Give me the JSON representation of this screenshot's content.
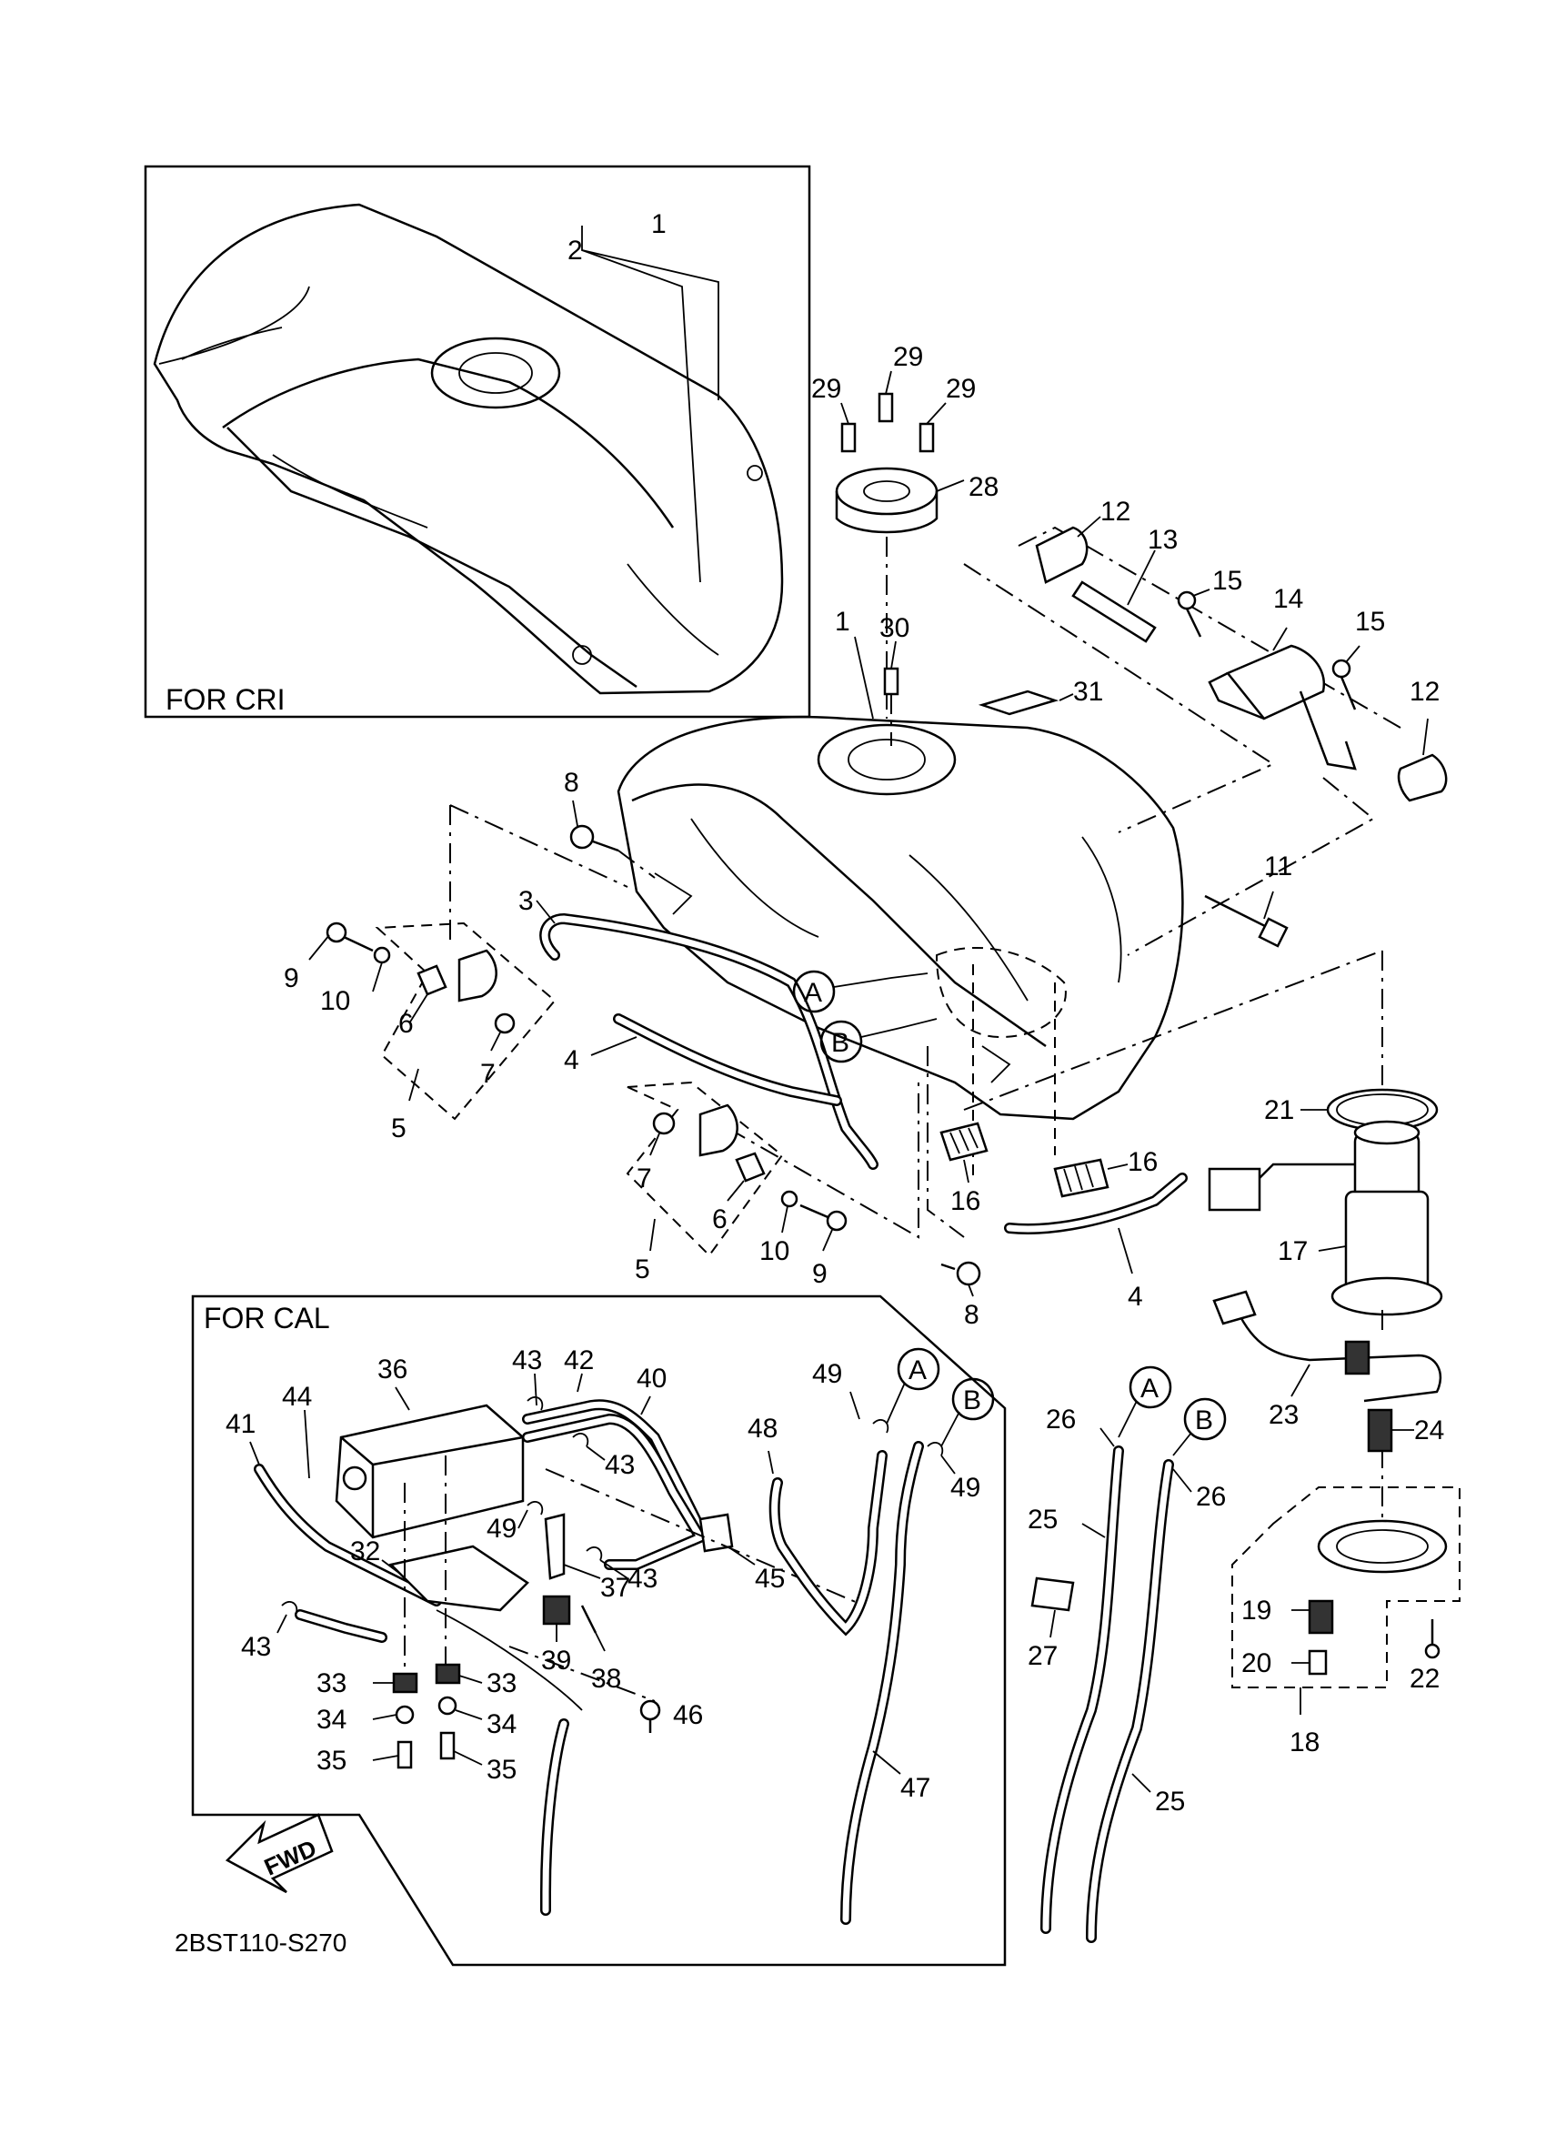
{
  "diagram_code": "2BST110-S270",
  "boxes": {
    "cri": "FOR CRI",
    "cal": "FOR CAL"
  },
  "fwd_label": "FWD",
  "callouts": {
    "a": "A",
    "b": "B"
  },
  "labels": {
    "p1a": "1",
    "p2": "2",
    "p1b": "1",
    "p3": "3",
    "p4a": "4",
    "p4b": "4",
    "p5a": "5",
    "p5b": "5",
    "p6a": "6",
    "p6b": "6",
    "p7a": "7",
    "p7b": "7",
    "p8a": "8",
    "p8b": "8",
    "p9a": "9",
    "p9b": "9",
    "p10a": "10",
    "p10b": "10",
    "p11": "11",
    "p12a": "12",
    "p12b": "12",
    "p13": "13",
    "p14": "14",
    "p15a": "15",
    "p15b": "15",
    "p16a": "16",
    "p16b": "16",
    "p17": "17",
    "p18": "18",
    "p19": "19",
    "p20": "20",
    "p21": "21",
    "p22": "22",
    "p23": "23",
    "p24": "24",
    "p25a": "25",
    "p25b": "25",
    "p26a": "26",
    "p26b": "26",
    "p27": "27",
    "p28": "28",
    "p29a": "29",
    "p29b": "29",
    "p29c": "29",
    "p30": "30",
    "p31": "31",
    "p32": "32",
    "p33a": "33",
    "p33b": "33",
    "p34a": "34",
    "p34b": "34",
    "p35a": "35",
    "p35b": "35",
    "p36": "36",
    "p37": "37",
    "p38": "38",
    "p39": "39",
    "p40": "40",
    "p41": "41",
    "p42": "42",
    "p43a": "43",
    "p43b": "43",
    "p43c": "43",
    "p43d": "43",
    "p44": "44",
    "p45": "45",
    "p46": "46",
    "p47": "47",
    "p48": "48",
    "p49a": "49",
    "p49b": "49",
    "p49c": "49"
  }
}
